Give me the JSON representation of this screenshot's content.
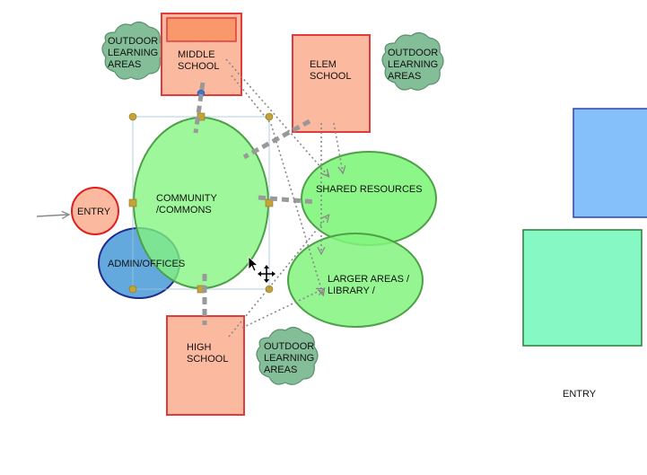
{
  "nodes": {
    "middle_school": [
      "MIDDLE",
      "SCHOOL"
    ],
    "elem_school": [
      "ELEM",
      "SCHOOL"
    ],
    "high_school": [
      "HIGH",
      "SCHOOL"
    ],
    "community": [
      "COMMUNITY",
      "/COMMONS"
    ],
    "shared": [
      "SHARED RESOURCES"
    ],
    "larger": [
      "LARGER AREAS /",
      "LIBRARY /"
    ],
    "entry_left": [
      "ENTRY"
    ],
    "admin": [
      "ADMIN/OFFICES"
    ],
    "outdoor_1": [
      "OUTDOOR",
      "LEARNING",
      "AREAS"
    ],
    "outdoor_2": [
      "OUTDOOR",
      "LEARNING",
      "AREAS"
    ],
    "outdoor_3": [
      "OUTDOOR",
      "LEARNING",
      "AREAS"
    ],
    "entry_right": [
      "ENTRY"
    ]
  },
  "colors": {
    "school_fill": "#fbbaa0",
    "school_stroke": "#e03c3c",
    "middle_header": "#f9986a",
    "green_fill": "#83f57e",
    "green_stroke": "#4ea048",
    "admin_fill": "#64a9dd",
    "admin_stroke": "#1d2a8e",
    "entry_fill": "#fbbaa0",
    "entry_stroke": "#e01e1e",
    "outdoor_fill": "#84be98",
    "outdoor_stroke": "#5a8f6c",
    "blue_rect": "#85c0fb",
    "blue_rect_stroke": "#2c46a6",
    "mint_rect": "#85f8c4",
    "mint_rect_stroke": "#2e7a3a",
    "connector": "#999999",
    "handle": "#c6a336"
  }
}
